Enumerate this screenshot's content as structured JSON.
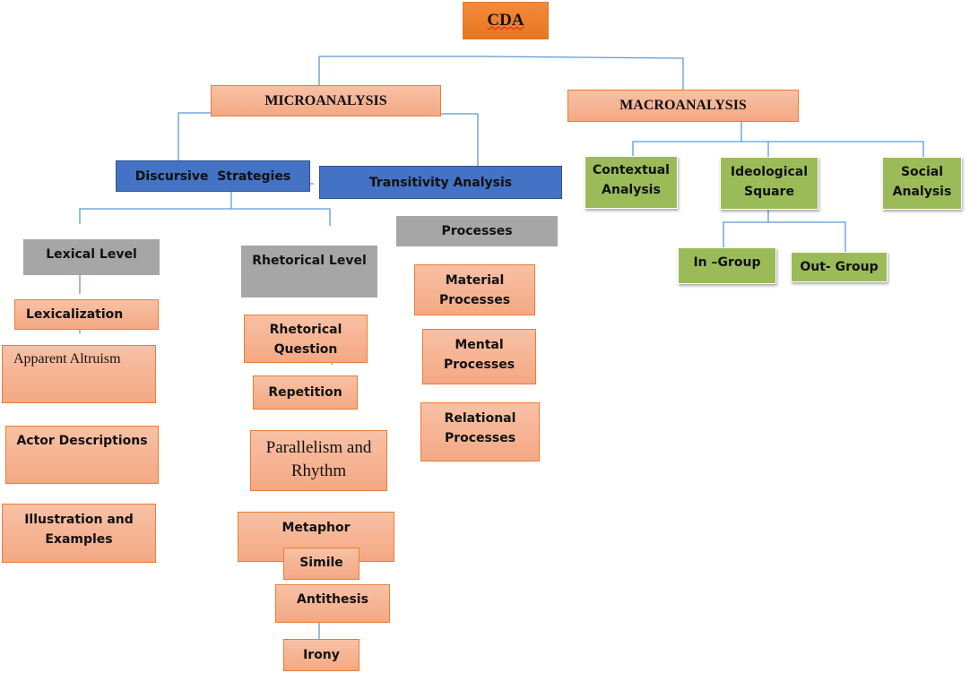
{
  "diagram": {
    "title": "CDA",
    "micro": {
      "label": "MICROANALYSIS",
      "discursive": {
        "label": "Discursive  Strategies",
        "lexical": {
          "label": "Lexical Level",
          "items": [
            "Lexicalization",
            "Apparent Altruism",
            "Actor Descriptions",
            "Illustration and Examples"
          ]
        },
        "rhetorical": {
          "label": "Rhetorical Level",
          "items": [
            "Rhetorical Question",
            "Repetition",
            "Parallelism and Rhythm",
            "Metaphor",
            "Simile",
            "Antithesis",
            "Irony"
          ]
        }
      },
      "transitivity": {
        "label": "Transitivity Analysis",
        "processes": {
          "label": "Processes",
          "items": [
            "Material Processes",
            "Mental Processes",
            "Relational Processes"
          ]
        }
      }
    },
    "macro": {
      "label": "MACROANALYSIS",
      "children": [
        "Contextual Analysis",
        "Ideological Square",
        "Social Analysis"
      ],
      "ideological_children": [
        "In –Group",
        "Out- Group"
      ]
    },
    "colors": {
      "root": "#ed7d31",
      "salmon": "#f4b183",
      "blue": "#4472c4",
      "grey": "#a6a6a6",
      "green": "#9bbb59",
      "connector": "#5b9bd5"
    }
  }
}
